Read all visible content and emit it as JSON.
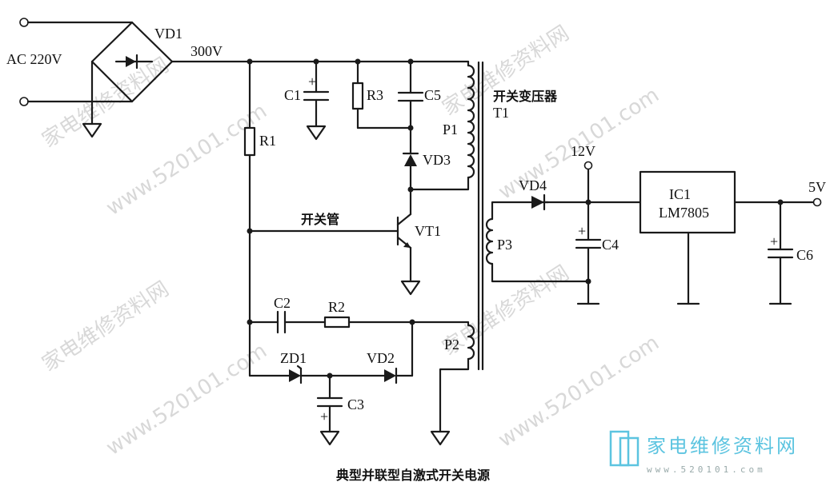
{
  "caption": "典型并联型自激式开关电源",
  "input_label": "AC 220V",
  "rail_label": "300V",
  "transformer_label_cn": "开关变压器",
  "transformer_label": "T1",
  "switch_label_cn": "开关管",
  "out12_label": "12V",
  "out5_label": "5V",
  "ic_name": "IC1",
  "ic_part": "LM7805",
  "components": {
    "VD1": "VD1",
    "VD2": "VD2",
    "VD3": "VD3",
    "VD4": "VD4",
    "R1": "R1",
    "R2": "R2",
    "R3": "R3",
    "C1": "C1",
    "C2": "C2",
    "C3": "C3",
    "C4": "C4",
    "C5": "C5",
    "C6": "C6",
    "ZD1": "ZD1",
    "VT1": "VT1",
    "P1": "P1",
    "P2": "P2",
    "P3": "P3"
  },
  "polarity_mark": "+",
  "watermark_site": "www.520101.com",
  "watermark_cn": "家电维修资料网",
  "brand_logo": "家电维修资料网",
  "brand_url": "www.520101.com"
}
